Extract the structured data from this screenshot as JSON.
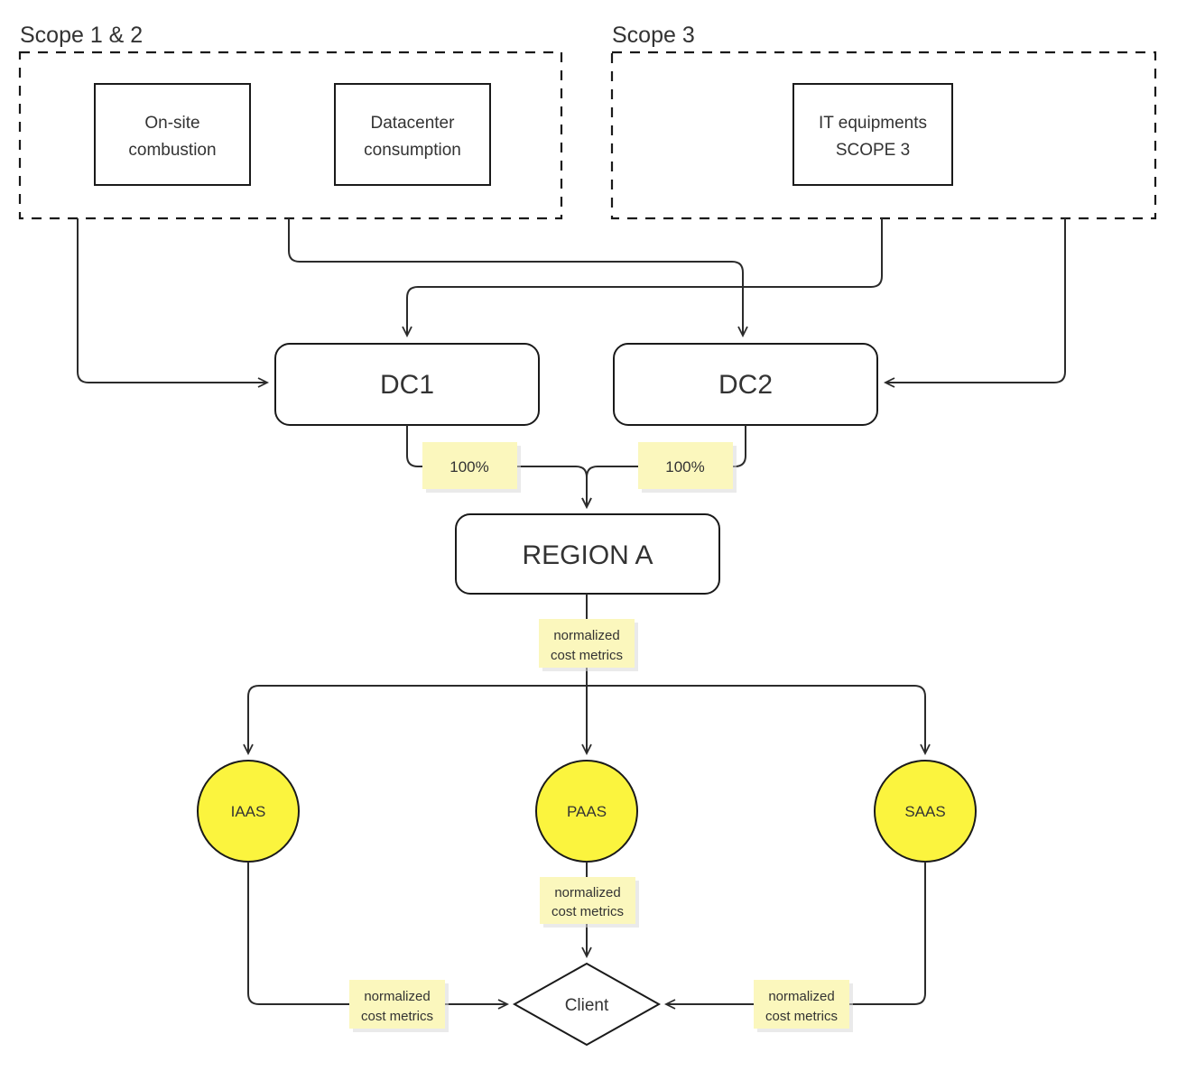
{
  "diagram": {
    "title_scope12": "Scope 1 & 2",
    "title_scope3": "Scope 3",
    "groups": [
      {
        "name": "scope-1-2",
        "label": "Scope 1 & 2"
      },
      {
        "name": "scope-3",
        "label": "Scope 3"
      }
    ],
    "boxes": {
      "onsite_line1": "On-site",
      "onsite_line2": "combustion",
      "datacenter_line1": "Datacenter",
      "datacenter_line2": "consumption",
      "itequip_line1": "IT equipments",
      "itequip_line2": "SCOPE 3",
      "dc1": "DC1",
      "dc2": "DC2",
      "region_a": "REGION A"
    },
    "circles": {
      "iaas": "IAAS",
      "paas": "PAAS",
      "saas": "SAAS"
    },
    "diamond": {
      "client": "Client"
    },
    "notes": {
      "dc1_pct": "100%",
      "dc2_pct": "100%",
      "region_metrics_line1": "normalized",
      "region_metrics_line2": "cost metrics",
      "paas_metrics_line1": "normalized",
      "paas_metrics_line2": "cost metrics",
      "iaas_metrics_line1": "normalized",
      "iaas_metrics_line2": "cost metrics",
      "saas_metrics_line1": "normalized",
      "saas_metrics_line2": "cost metrics"
    },
    "colors": {
      "node_yellow": "#fbf43e",
      "note_yellow": "#fbf7bd",
      "stroke": "#1a1a1a",
      "edge": "#2b2b2b",
      "text": "#333333",
      "background": "#ffffff"
    }
  }
}
